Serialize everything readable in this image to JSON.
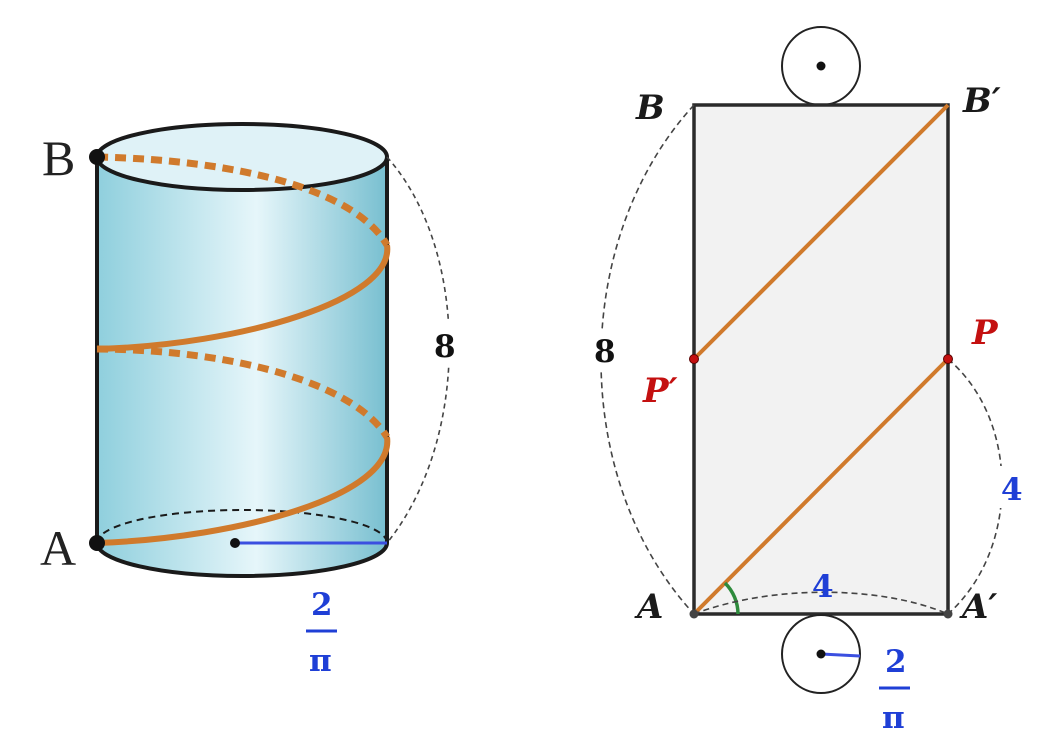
{
  "colors": {
    "helix": "#d07a2c",
    "outline": "#222222",
    "radius_line": "#3b4fe0",
    "blue_text": "#1f3fd6",
    "red_text": "#c41010",
    "angle_arc": "#2e8b3c",
    "rect_fill": "#f2f2f2",
    "cylinder_body": "#a9dbe6"
  },
  "cylinder": {
    "label_top": "B",
    "label_bottom": "A",
    "height_label": "8",
    "radius_numerator": "2",
    "radius_denominator": "π"
  },
  "net": {
    "label_top_left": "B",
    "label_top_right": "B′",
    "label_bottom_left": "A",
    "label_bottom_right": "A′",
    "label_mid_left": "P′",
    "label_mid_right": "P",
    "left_height_label": "8",
    "right_segment_label": "4",
    "bottom_width_label": "4",
    "radius_numerator": "2",
    "radius_denominator": "π"
  }
}
